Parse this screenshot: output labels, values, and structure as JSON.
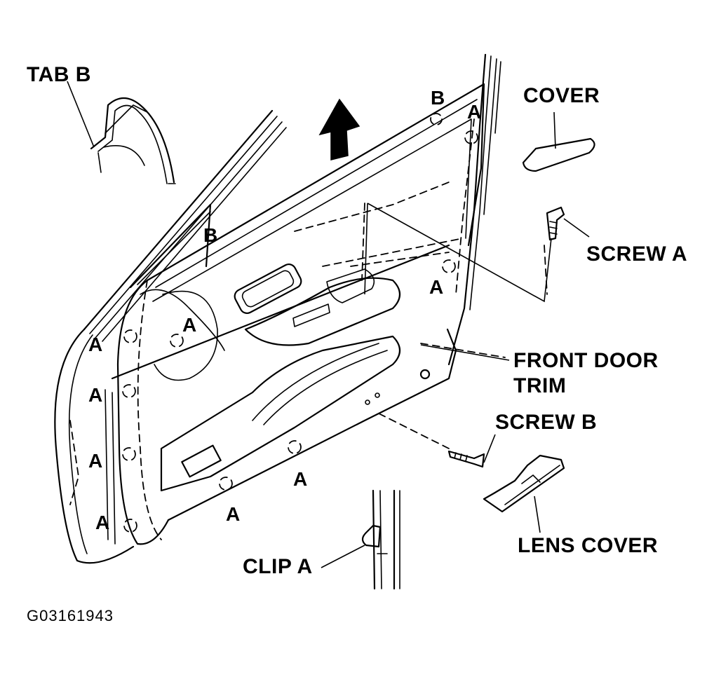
{
  "labels": {
    "tab_b": "TAB B",
    "cover": "COVER",
    "screw_a": "SCREW A",
    "front_door_trim": "FRONT DOOR",
    "front_door_trim_2": "TRIM",
    "screw_b": "SCREW B",
    "lens_cover": "LENS COVER",
    "clip_a": "CLIP A"
  },
  "marks": {
    "a": "A",
    "b": "B"
  },
  "figure_id": "G03161943",
  "colors": {
    "ink": "#000000",
    "paper": "#ffffff"
  }
}
